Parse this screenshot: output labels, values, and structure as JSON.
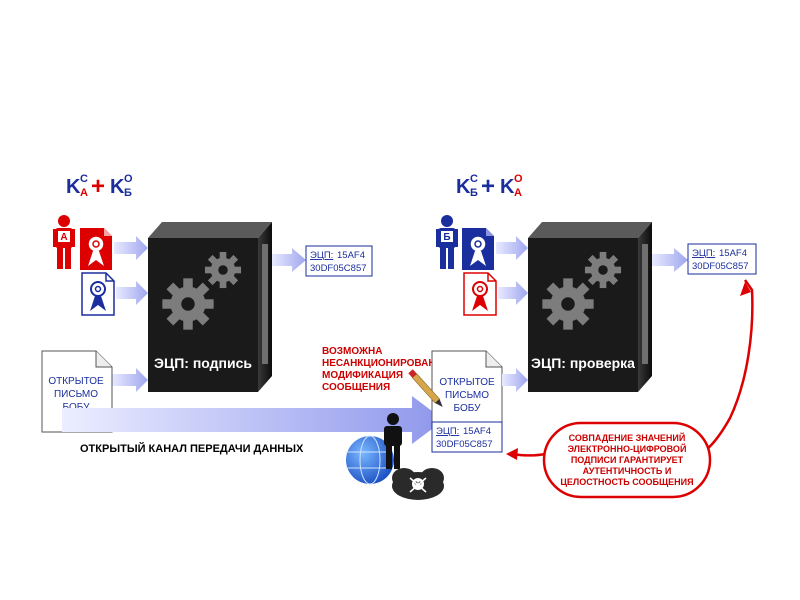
{
  "colors": {
    "red": "#dd0000",
    "blue": "#1a2e9e",
    "arrow": "#a9aef0",
    "box": "#1a1a1a",
    "label_red": "#cc0000"
  },
  "left": {
    "key_formula": {
      "k1": "K",
      "k1_sup": "C",
      "k1_sub": "А",
      "plus": "+",
      "k2": "K",
      "k2_sup": "O",
      "k2_sub": "Б"
    },
    "person_letter": "А",
    "box_label": "ЭЦП: подпись",
    "output": {
      "line1_link": "ЭЦП:",
      "line1_val": "15AF4",
      "line2": "30DF05C857"
    },
    "letter": {
      "l1": "ОТКРЫТОЕ",
      "l2": "ПИСЬМО",
      "l3": "БОБУ"
    }
  },
  "right": {
    "key_formula": {
      "k1": "K",
      "k1_sup": "C",
      "k1_sub": "Б",
      "plus": "+",
      "k2": "K",
      "k2_sup": "O",
      "k2_sub": "А"
    },
    "person_letter": "Б",
    "box_label": "ЭЦП: проверка",
    "output": {
      "line1_link": "ЭЦП:",
      "line1_val": "15AF4",
      "line2": "30DF05C857"
    }
  },
  "channel_label": "ОТКРЫТЫЙ КАНАЛ ПЕРЕДАЧИ ДАННЫХ",
  "warning": {
    "l1": "ВОЗМОЖНА",
    "l2": "НЕСАНКЦИОНИРОВАННАЯ",
    "l3": "МОДИФИКАЦИЯ",
    "l4": "СООБЩЕНИЯ"
  },
  "message": {
    "letter": {
      "l1": "ОТКРЫТОЕ",
      "l2": "ПИСЬМО",
      "l3": "БОБУ"
    },
    "sig": {
      "line1_link": "ЭЦП:",
      "line1_val": "15AF4",
      "line2": "30DF05C857"
    }
  },
  "callout": {
    "l1": "СОВПАДЕНИЕ ЗНАЧЕНИЙ",
    "l2": "ЭЛЕКТРОННО-ЦИФРОВОЙ",
    "l3": "ПОДПИСИ ГАРАНТИРУЕТ",
    "l4": "АУТЕНТИЧНОСТЬ И",
    "l5": "ЦЕЛОСТНОСТЬ СООБЩЕНИЯ"
  }
}
